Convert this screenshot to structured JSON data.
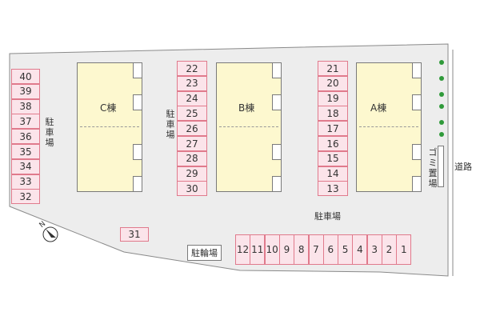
{
  "site": {
    "fill": "#ededed",
    "stroke": "#8a8a8a",
    "stall_fill": "#fbe4ea",
    "stall_stroke": "#e07a8c",
    "building_fill": "#fdf8cf",
    "tree_color": "#2f9a3a"
  },
  "buildings": [
    {
      "id": "c",
      "label": "C棟"
    },
    {
      "id": "b",
      "label": "B棟"
    },
    {
      "id": "a",
      "label": "A棟"
    }
  ],
  "parking": {
    "left_column": [
      "40",
      "39",
      "38",
      "37",
      "36",
      "35",
      "34",
      "33",
      "32"
    ],
    "middle_column": [
      "22",
      "23",
      "24",
      "25",
      "26",
      "27",
      "28",
      "29",
      "30"
    ],
    "right_column": [
      "21",
      "20",
      "19",
      "18",
      "17",
      "16",
      "15",
      "14",
      "13"
    ],
    "bottom_row": [
      "12",
      "11",
      "10",
      "9",
      "8",
      "7",
      "6",
      "5",
      "4",
      "3",
      "2",
      "1"
    ],
    "single": "31",
    "label_vertical": "駐車場",
    "label_main": "駐車場"
  },
  "labels": {
    "bicycle_parking": "駐輪場",
    "garbage": "ゴミ置場",
    "road": "道路",
    "north": "N"
  }
}
